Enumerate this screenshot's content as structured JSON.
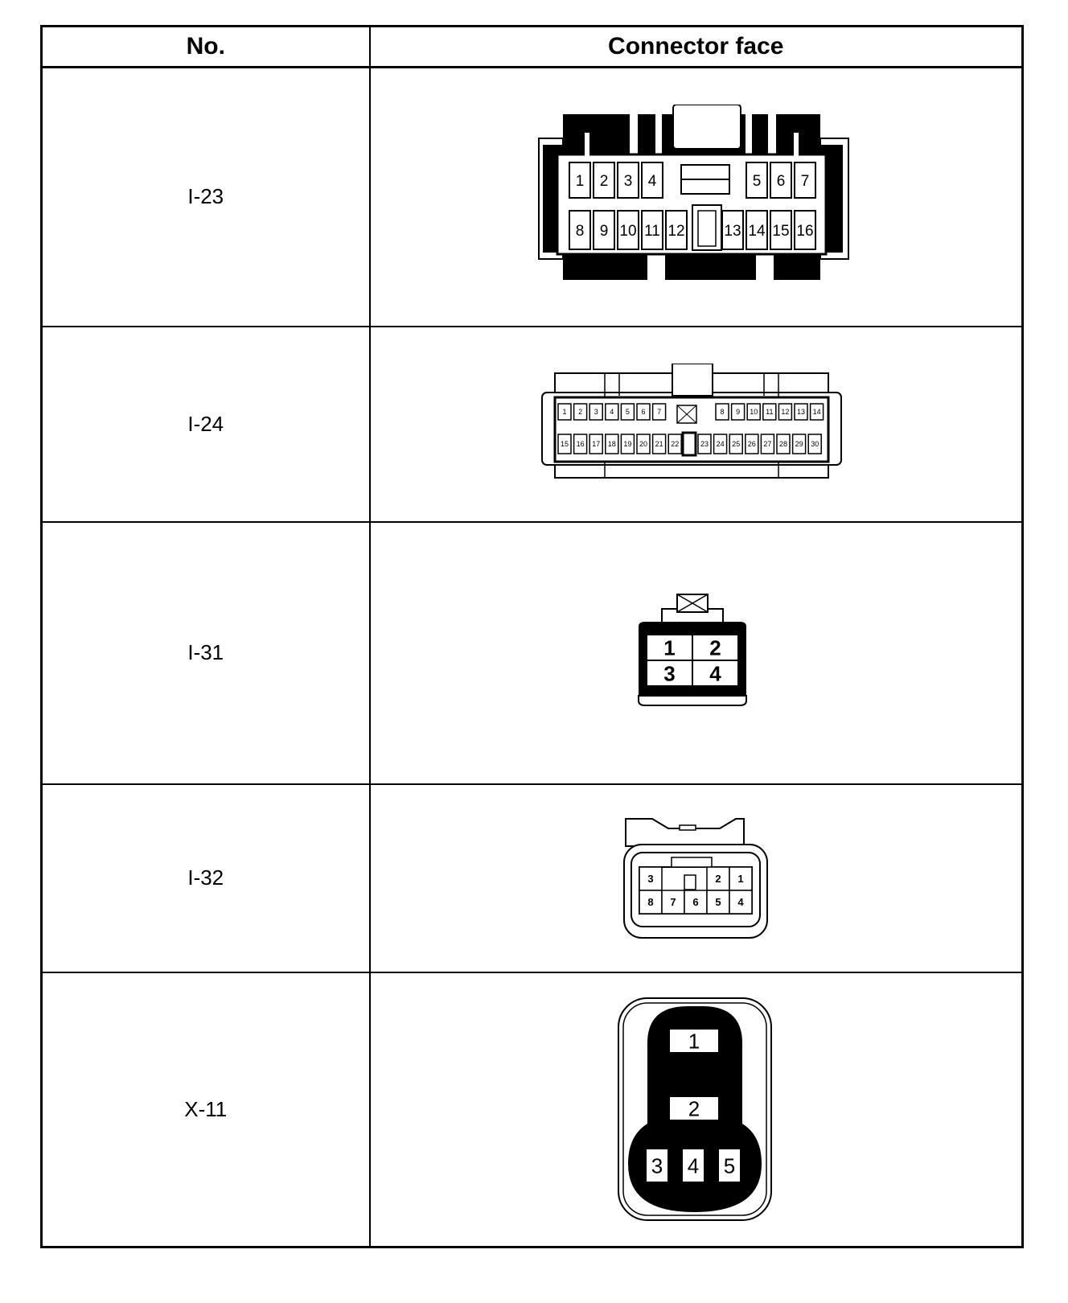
{
  "headers": {
    "no": "No.",
    "face": "Connector face"
  },
  "rows": [
    {
      "no": "I-23",
      "top": [
        "1",
        "2",
        "3",
        "4",
        "5",
        "6",
        "7"
      ],
      "bottom": [
        "8",
        "9",
        "10",
        "11",
        "12",
        "13",
        "14",
        "15",
        "16"
      ]
    },
    {
      "no": "I-24",
      "top": [
        "1",
        "2",
        "3",
        "4",
        "5",
        "6",
        "7",
        "8",
        "9",
        "10",
        "11",
        "12",
        "13",
        "14"
      ],
      "bottom": [
        "15",
        "16",
        "17",
        "18",
        "19",
        "20",
        "21",
        "22",
        "23",
        "24",
        "25",
        "26",
        "27",
        "28",
        "29",
        "30"
      ]
    },
    {
      "no": "I-31",
      "pins": [
        "1",
        "2",
        "3",
        "4"
      ]
    },
    {
      "no": "I-32",
      "top": [
        "3",
        "2",
        "1"
      ],
      "bottom": [
        "8",
        "7",
        "6",
        "5",
        "4"
      ]
    },
    {
      "no": "X-11",
      "pins": [
        "1",
        "2",
        "3",
        "4",
        "5"
      ]
    }
  ]
}
